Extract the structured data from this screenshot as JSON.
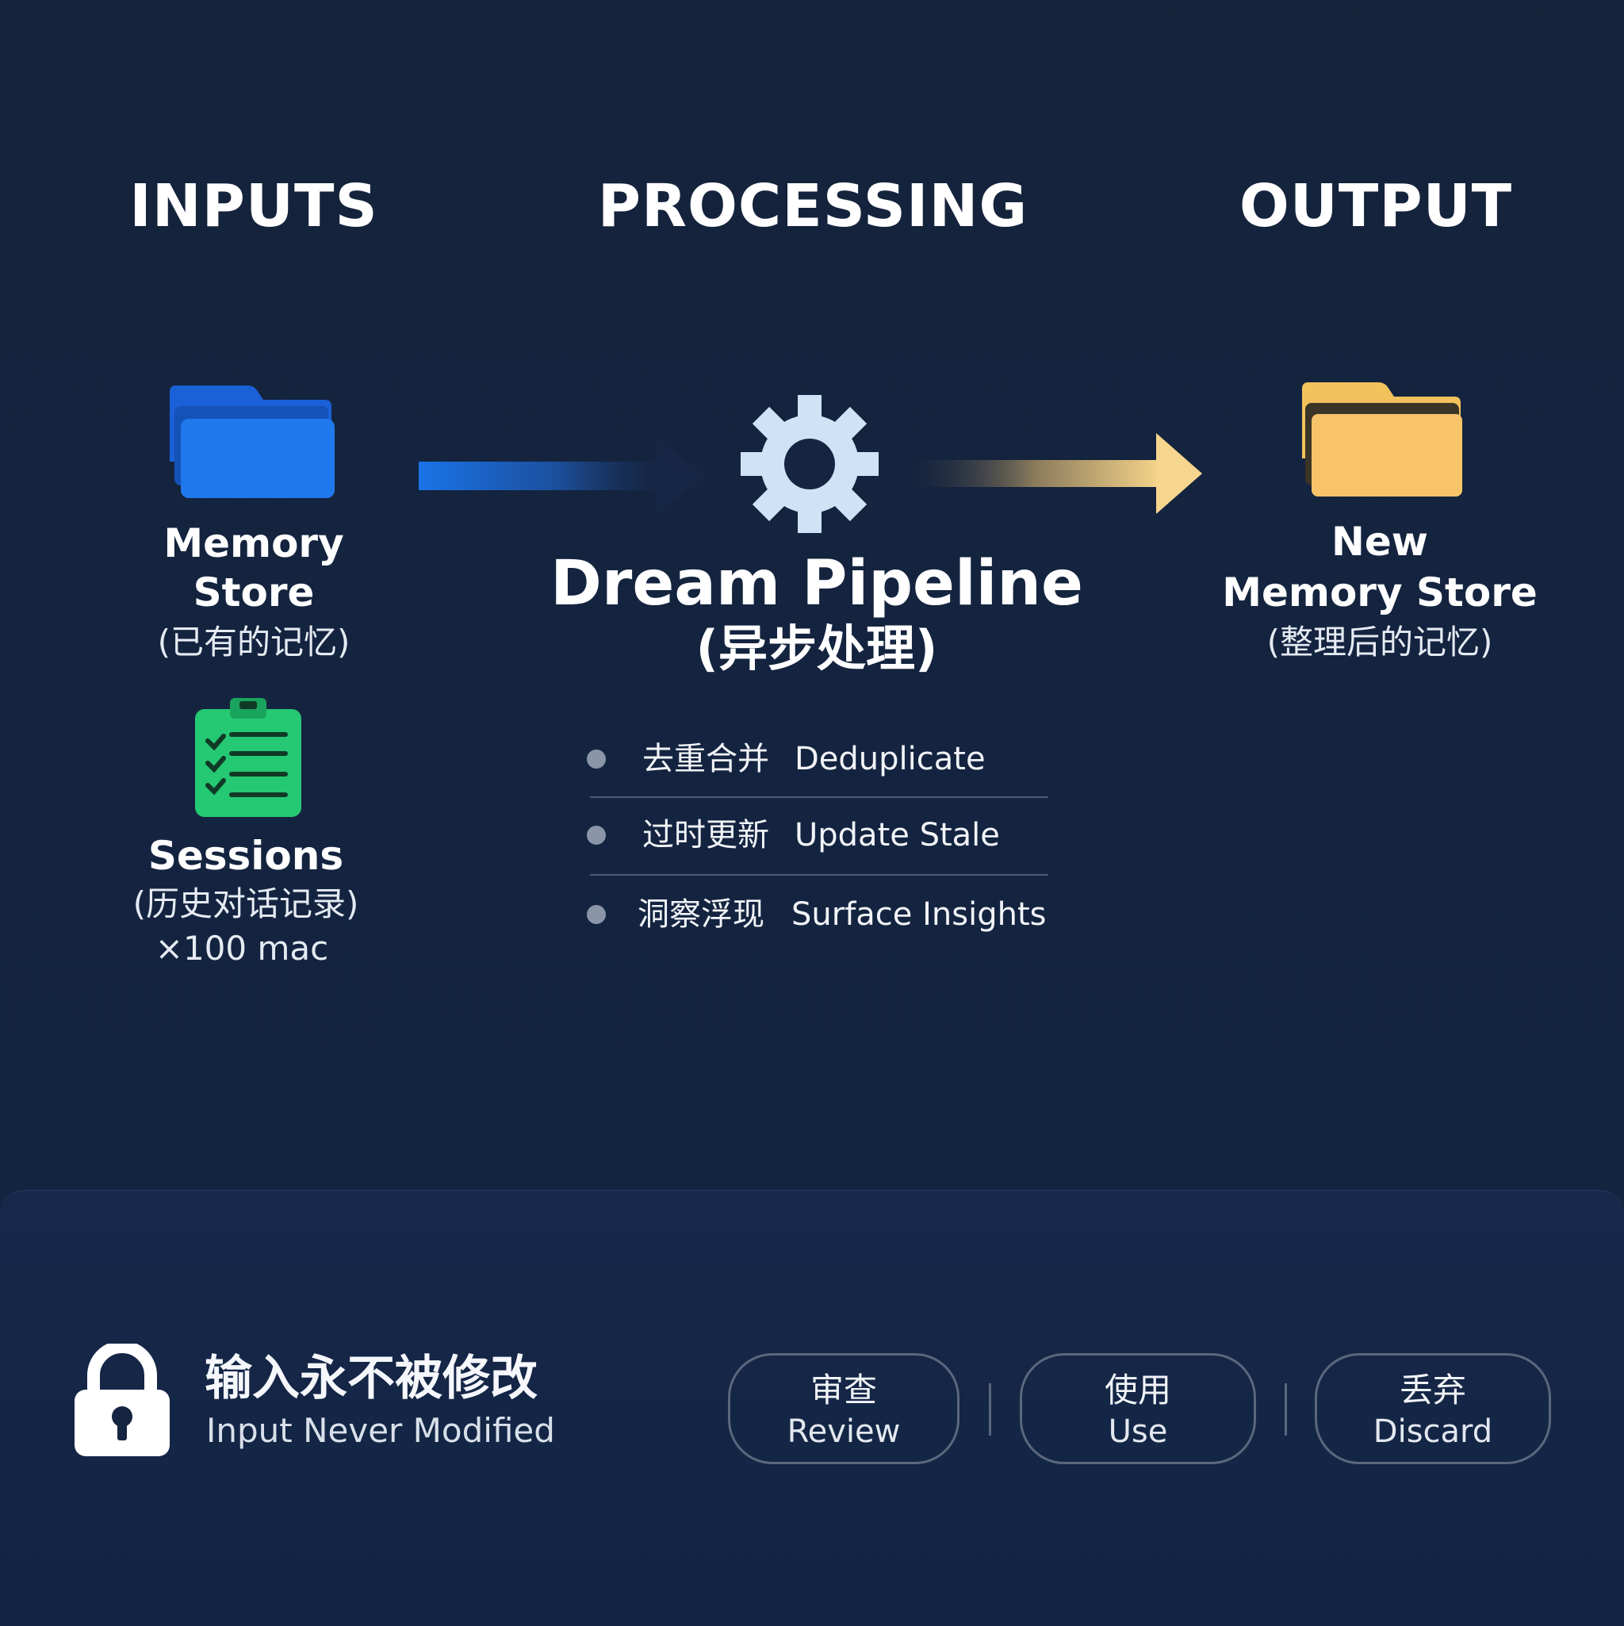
{
  "headings": {
    "inputs": "INPUTS",
    "processing": "PROCESSING",
    "output": "OUTPUT"
  },
  "inputs": {
    "memory_store": {
      "title_line1": "Memory",
      "title_line2": "Store",
      "subtitle": "(已有的记忆)",
      "icon": "folder-icon"
    },
    "sessions": {
      "title": "Sessions",
      "subtitle": "(历史对话记录)",
      "count": "×100 mac",
      "icon": "clipboard-checklist-icon"
    }
  },
  "processing": {
    "title": "Dream Pipeline",
    "subtitle": "(异步处理)",
    "icon": "gear-icon",
    "steps": [
      {
        "zh": "去重合并",
        "en": "Deduplicate"
      },
      {
        "zh": "过时更新",
        "en": "Update Stale"
      },
      {
        "zh": "洞察浮现",
        "en": "Surface Insights"
      }
    ]
  },
  "output": {
    "title_line1": "New",
    "title_line2": "Memory Store",
    "subtitle": "(整理后的记忆)",
    "icon": "folder-icon"
  },
  "footer": {
    "lock_zh": "输入永不被修改",
    "lock_en": "Input Never Modified",
    "icon": "lock-icon",
    "actions": [
      {
        "zh": "审查",
        "en": "Review"
      },
      {
        "zh": "使用",
        "en": "Use"
      },
      {
        "zh": "丢弃",
        "en": "Discard"
      }
    ]
  },
  "colors": {
    "background": "#15233b",
    "input_folder": "#1f6fe0",
    "output_folder": "#f5c063",
    "sessions_icon": "#2fd27a",
    "gear": "#cfe3f7",
    "arrow_in": "#1a73e8",
    "arrow_out": "#f5d48a"
  }
}
